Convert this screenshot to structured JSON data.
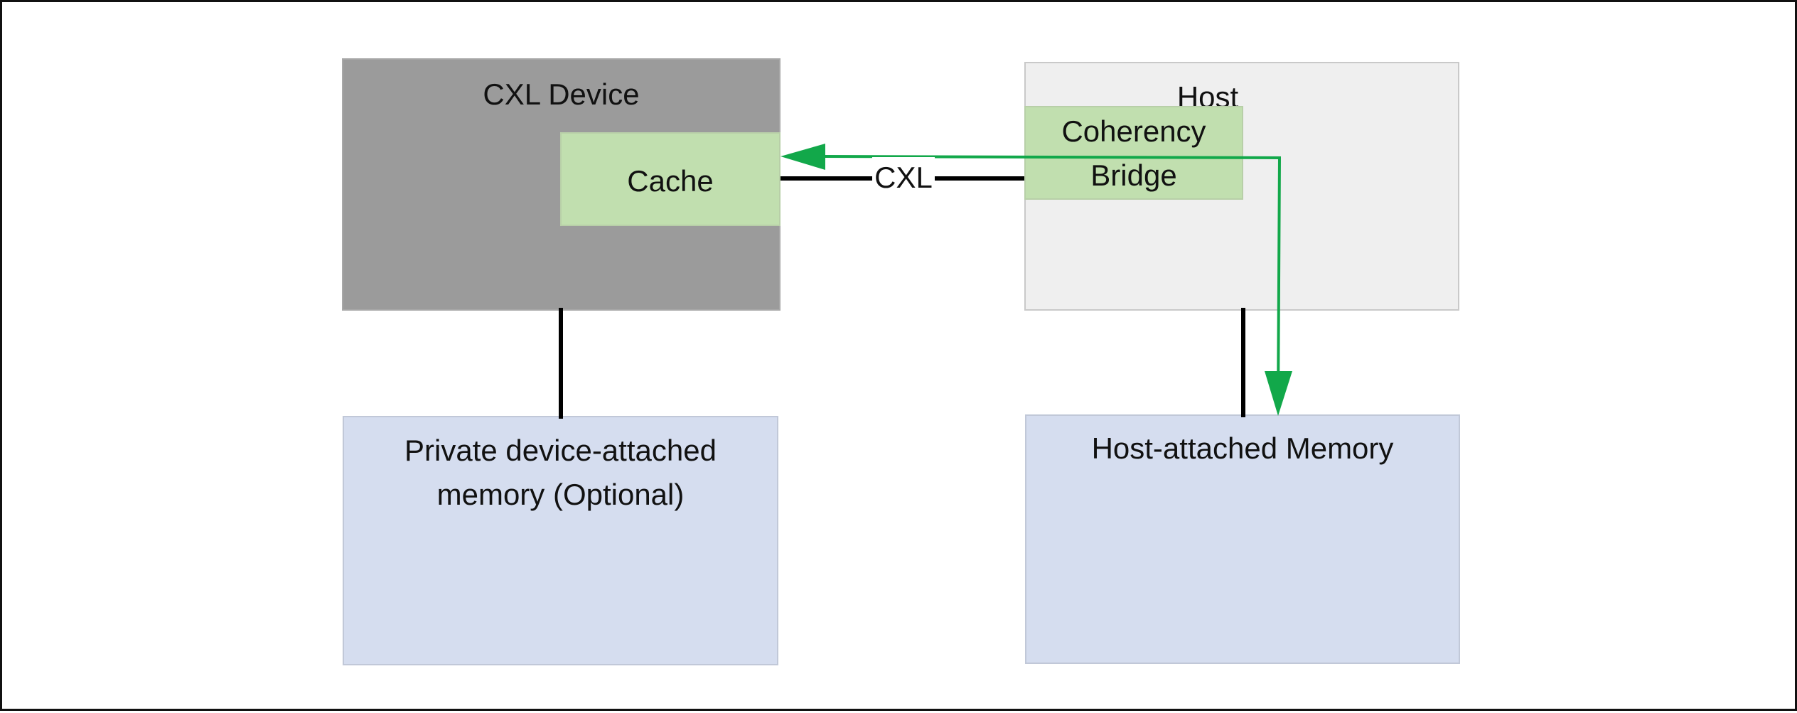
{
  "diagram": {
    "cxl_device": {
      "label": "CXL Device"
    },
    "cache": {
      "label": "Cache"
    },
    "host": {
      "label": "Host"
    },
    "coherency_bridge": {
      "label": "Coherency\nBridge"
    },
    "private_memory": {
      "label": "Private device-attached\nmemory (Optional)"
    },
    "host_memory": {
      "label": "Host-attached Memory"
    },
    "link": {
      "label": "CXL"
    },
    "colors": {
      "device": "#9b9b9b",
      "host": "#efefef",
      "cache_bridge": "#c1dfaf",
      "memory": "#d5ddef",
      "flow_arrow": "#12a84a",
      "connector": "#000000"
    }
  }
}
